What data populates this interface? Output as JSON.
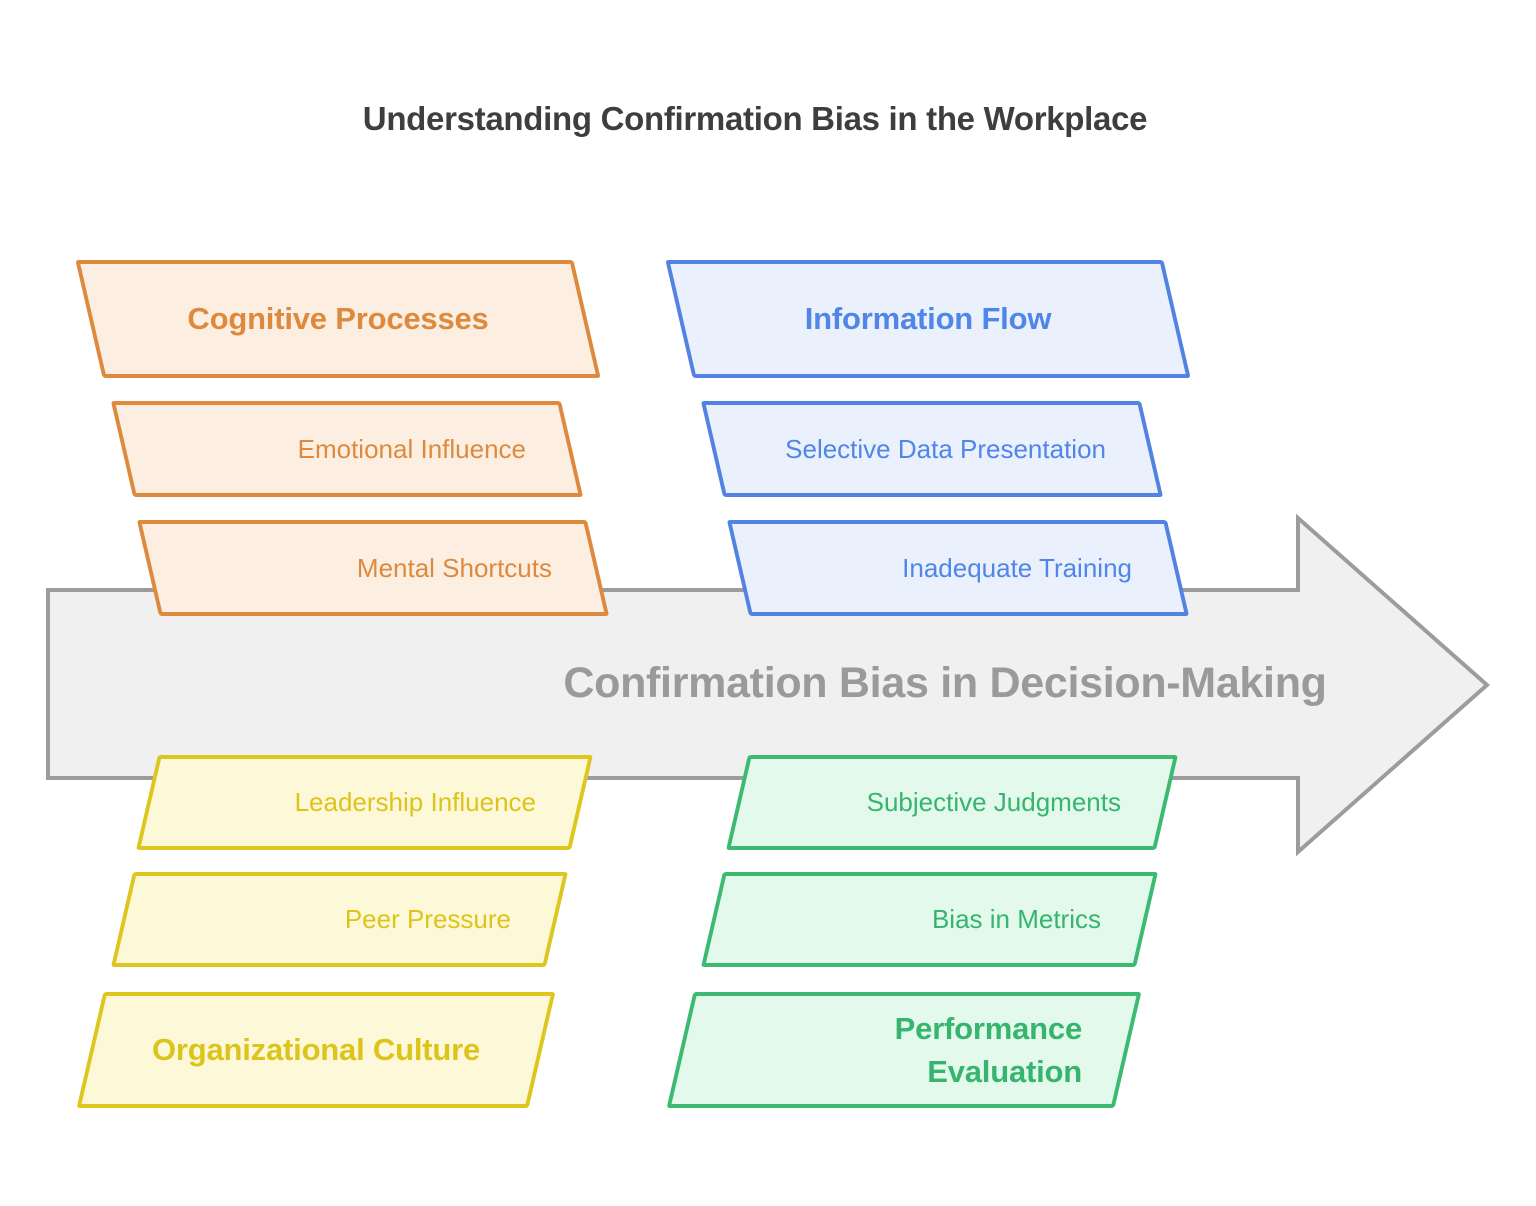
{
  "title": "Understanding Confirmation Bias in the Workplace",
  "arrow": {
    "label": "Confirmation Bias in Decision-Making",
    "fill": "#F0F0F0",
    "border": "#9C9C9C",
    "text_color": "#9A9A9A"
  },
  "palette": {
    "orange": {
      "border": "#DD8A3E",
      "fill": "#FCEFE2"
    },
    "blue": {
      "border": "#5282E2",
      "fill": "#EAF0FC"
    },
    "yellow": {
      "border": "#DDC71E",
      "fill": "#FDF8D8"
    },
    "green": {
      "border": "#3CBA72",
      "fill": "#E2F9EC"
    },
    "title_text": "#3E3E3E"
  },
  "groups": [
    {
      "header": "Cognitive Processes",
      "items": [
        "Emotional Influence",
        "Mental Shortcuts"
      ],
      "color": "orange",
      "position": "top-left"
    },
    {
      "header": "Information Flow",
      "items": [
        "Selective Data Presentation",
        "Inadequate Training"
      ],
      "color": "blue",
      "position": "top-right"
    },
    {
      "header": "Organizational Culture",
      "items": [
        "Leadership Influence",
        "Peer Pressure"
      ],
      "color": "yellow",
      "position": "bottom-left"
    },
    {
      "header": "Performance Evaluation",
      "items": [
        "Subjective Judgments",
        "Bias in Metrics"
      ],
      "color": "green",
      "position": "bottom-right"
    }
  ]
}
